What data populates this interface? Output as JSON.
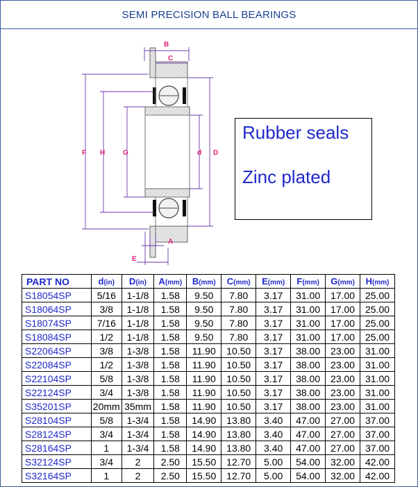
{
  "title": "SEMI PRECISION BALL BEARINGS",
  "notes": [
    "Rubber seals",
    "Zinc plated"
  ],
  "diagram": {
    "dimension_labels": [
      "B",
      "C",
      "F",
      "H",
      "G",
      "d",
      "D",
      "A",
      "E"
    ]
  },
  "table": {
    "headers": [
      {
        "key": "part",
        "label": "PART NO",
        "unit": ""
      },
      {
        "key": "d",
        "label": "d",
        "unit": "(in)"
      },
      {
        "key": "D",
        "label": "D",
        "unit": "(in)"
      },
      {
        "key": "A",
        "label": "A",
        "unit": "(mm)"
      },
      {
        "key": "B",
        "label": "B",
        "unit": "(mm)"
      },
      {
        "key": "C",
        "label": "C",
        "unit": "(mm)"
      },
      {
        "key": "E",
        "label": "E",
        "unit": "(mm)"
      },
      {
        "key": "F",
        "label": "F",
        "unit": "(mm)"
      },
      {
        "key": "G",
        "label": "G",
        "unit": "(mm)"
      },
      {
        "key": "H",
        "label": "H",
        "unit": "(mm)"
      }
    ],
    "rows": [
      [
        "S18054SP",
        "5/16",
        "1-1/8",
        "1.58",
        "9.50",
        "7.80",
        "3.17",
        "31.00",
        "17.00",
        "25.00"
      ],
      [
        "S18064SP",
        "3/8",
        "1-1/8",
        "1.58",
        "9.50",
        "7.80",
        "3.17",
        "31.00",
        "17.00",
        "25.00"
      ],
      [
        "S18074SP",
        "7/16",
        "1-1/8",
        "1.58",
        "9.50",
        "7.80",
        "3.17",
        "31.00",
        "17.00",
        "25.00"
      ],
      [
        "S18084SP",
        "1/2",
        "1-1/8",
        "1.58",
        "9.50",
        "7.80",
        "3.17",
        "31.00",
        "17.00",
        "25.00"
      ],
      [
        "S22064SP",
        "3/8",
        "1-3/8",
        "1.58",
        "11.90",
        "10.50",
        "3.17",
        "38.00",
        "23.00",
        "31.00"
      ],
      [
        "S22084SP",
        "1/2",
        "1-3/8",
        "1.58",
        "11.90",
        "10.50",
        "3.17",
        "38.00",
        "23.00",
        "31.00"
      ],
      [
        "S22104SP",
        "5/8",
        "1-3/8",
        "1.58",
        "11.90",
        "10.50",
        "3.17",
        "38.00",
        "23.00",
        "31.00"
      ],
      [
        "S22124SP",
        "3/4",
        "1-3/8",
        "1.58",
        "11.90",
        "10.50",
        "3.17",
        "38.00",
        "23.00",
        "31.00"
      ],
      [
        "S35201SP",
        "20mm",
        "35mm",
        "1.58",
        "11.90",
        "10.50",
        "3.17",
        "38.00",
        "23.00",
        "31.00"
      ],
      [
        "S28104SP",
        "5/8",
        "1-3/4",
        "1.58",
        "14.90",
        "13.80",
        "3.40",
        "47.00",
        "27.00",
        "37.00"
      ],
      [
        "S28124SP",
        "3/4",
        "1-3/4",
        "1.58",
        "14.90",
        "13.80",
        "3.40",
        "47.00",
        "27.00",
        "37.00"
      ],
      [
        "S28164SP",
        "1",
        "1-3/4",
        "1.58",
        "14.90",
        "13.80",
        "3.40",
        "47.00",
        "27.00",
        "37.00"
      ],
      [
        "S32124SP",
        "3/4",
        "2",
        "2.50",
        "15.50",
        "12.70",
        "5.00",
        "54.00",
        "32.00",
        "42.00"
      ],
      [
        "S32164SP",
        "1",
        "2",
        "2.50",
        "15.50",
        "12.70",
        "5.00",
        "54.00",
        "32.00",
        "42.00"
      ]
    ]
  },
  "colors": {
    "title": "#1a3f8f",
    "accent_blue": "#1f29c9",
    "dimension_pink": "#e0207a",
    "dimension_line": "#6a3aa8",
    "bearing_fill": "#d9d9d9"
  }
}
